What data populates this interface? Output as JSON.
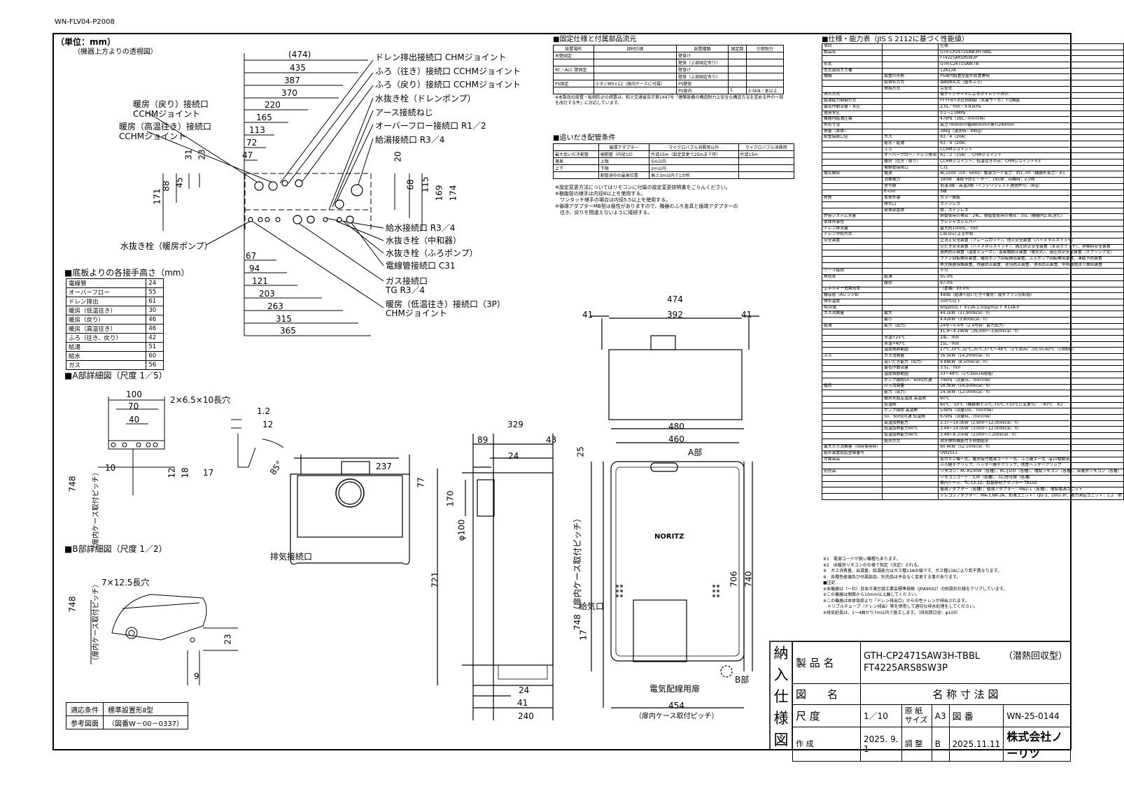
{
  "header": {
    "doc_code": "WN-FLV04-P2008",
    "unit": "（単位：mm）",
    "view_note": "（機器上方よりの透視図）"
  },
  "top_view": {
    "dims_h": [
      "(474)",
      "435",
      "387",
      "370",
      "220",
      "165",
      "113",
      "72",
      "47",
      "67",
      "94",
      "121",
      "203",
      "263",
      "315",
      "365"
    ],
    "dims_v": [
      "31",
      "23",
      "88",
      "45",
      "171",
      "20",
      "68",
      "115",
      "169",
      "174"
    ],
    "labels": [
      "ドレン排出接続口 CHMジョイント",
      "ふろ（往き）接続口 CCHMジョイント",
      "ふろ（戻り）接続口 CCHMジョイント",
      "水抜き栓（ドレンポンプ）",
      "アース接続ねじ",
      "オーバーフロー接続口 R1／2",
      "給湯接続口 R3／4",
      "暖房（戻り）接続口",
      "CCHMジョイント",
      "暖房（高温往き）接続口",
      "CCHMジョイント",
      "給水接続口 R3／4",
      "水抜き栓（中和器）",
      "水抜き栓（ふろポンプ）",
      "電線管接続口 C31",
      "ガス接続口",
      "TG R3／4",
      "暖房（低温往き）接続口（3P）",
      "CHMジョイント",
      "水抜き栓（暖房ポンプ）"
    ]
  },
  "heights": {
    "title": "■底板よりの各接手高さ（mm）",
    "rows": [
      [
        "電線管",
        "24"
      ],
      [
        "オーバーフロー",
        "55"
      ],
      [
        "ドレン排出",
        "61"
      ],
      [
        "暖房（低温往き）",
        "30"
      ],
      [
        "暖房（戻り）",
        "46"
      ],
      [
        "暖房（高温往き）",
        "46"
      ],
      [
        "ふろ（往き、戻り）",
        "42"
      ],
      [
        "給湯",
        "51"
      ],
      [
        "給水",
        "60"
      ],
      [
        "ガス",
        "56"
      ]
    ]
  },
  "detail_a": {
    "title": "■A部詳細図（尺度 1／5）",
    "dims": [
      "100",
      "70",
      "40",
      "10",
      "12",
      "18",
      "2×6.5×10長穴",
      "1.2",
      "12",
      "17",
      "85°",
      "748",
      "（扉内ケース取付ピッチ）"
    ]
  },
  "detail_b": {
    "title": "■B部詳細図（尺度 1／2）",
    "dims": [
      "7×12.5長穴",
      "748",
      "（扉内ケース取付ピッチ）",
      "23",
      "9"
    ]
  },
  "reference": {
    "rows": [
      [
        "適応条件",
        "標準設置形Ⅱ型"
      ],
      [
        "参考図面",
        "（図番W－00－0337）"
      ]
    ]
  },
  "fixing": {
    "title": "■固定仕様と付属部品流元",
    "headers": [
      "設置場所",
      "部材仕様",
      "設置種類",
      "固定数",
      "引張耐力"
    ],
    "rows": [
      [
        "木壁固定",
        "",
        "壁掛け",
        "",
        ""
      ],
      [
        "",
        "",
        "壁掛（上部固定有り）",
        "",
        ""
      ],
      [
        "RC・ALC 壁固定",
        "",
        "壁掛け",
        "",
        ""
      ],
      [
        "",
        "",
        "壁掛（上部固定有り）",
        "",
        ""
      ],
      [
        "PS固定",
        "小ネジM5×12（扉内ケースに付属）",
        "PS壁掛",
        "",
        ""
      ],
      [
        "",
        "",
        "PS扉内",
        "5",
        "0.5kN／本以上"
      ]
    ],
    "note": "※本製品の設置・転倒防止の措置は、昭士交通省告示第1447号「建築設備の構造耐力上安全な構造方法を定める件の一部を改訂する件」に対応しています。"
  },
  "piping": {
    "title": "■追いだき配管条件",
    "headers": [
      "",
      "循環アダプター",
      "マイクロバブル消費用以外",
      "マイクロバブル消費用"
    ],
    "rows": [
      [
        "最大追いだき配管",
        "樹脂管（内径10）",
        "片道15m（設定変更で25mまで可）",
        "片道15m"
      ],
      [
        "落差",
        "上限",
        "5m以内",
        ""
      ],
      [
        "上下",
        "下限",
        "2m以内",
        ""
      ],
      [
        "",
        "配管途中の最高位置",
        "高さ3m以内で1カ所",
        ""
      ]
    ],
    "notes": [
      "※設定変更方法についてはリモコンに付属の設定変更説明書をごらんください。",
      "※樹脂管の継手は内径8以上を使用する。",
      "　ワンタッチ継手の場合は内径5.5以上を使用する。",
      "※循環アダプターMB型は極性がありますので、機器のふろ金具と循環アダプターの",
      "　往き、戻りを間違えないように接続する。"
    ]
  },
  "side_view": {
    "dims": [
      "329",
      "89",
      "43",
      "237",
      "24",
      "77",
      "170",
      "φ100",
      "721",
      "24",
      "41",
      "240"
    ],
    "labels": [
      "排気接続口"
    ]
  },
  "top_small": {
    "dims": [
      "474",
      "41",
      "392",
      "41"
    ]
  },
  "front_view": {
    "dims": [
      "480",
      "460",
      "25",
      "706",
      "740",
      "17",
      "454",
      "（扉内ケース取付ピッチ）",
      "748（扉内ケース取付ピッチ）"
    ],
    "labels": [
      "A部",
      "給気口",
      "電気配線用扉",
      "B部",
      "NORITZ"
    ]
  },
  "spec": {
    "title": "■仕様・能力表（JIS S 2112に基づく性能値）",
    "rows": [
      [
        "項目",
        "",
        "仕様"
      ],
      [
        "製品名",
        "",
        "GTH-CP2471SAW3H-TBBL"
      ],
      [
        "",
        "",
        "FT4225ARS8SW3P"
      ],
      [
        "形式",
        "",
        "GTH-C2471SAW-TB"
      ],
      [
        "型式適用ガス種",
        "",
        "12A13A"
      ],
      [
        "種類",
        "設置の形態",
        "PS扉内設置型屋外設置兼用"
      ],
      [
        "",
        "給排気方式",
        "強制排気式（屋外ふろ）"
      ],
      [
        "",
        "燃焼方式",
        "完全式"
      ],
      [
        "点火方式",
        "",
        "電子イグナイタによるダイレクト点火"
      ],
      [
        "給湯能力制御方式",
        "",
        "FF+FB+水比例制御（水量サーボ）+Q機能"
      ],
      [
        "最低作動流量・水圧",
        "",
        "2.0L／min・9.81kPa"
      ],
      [
        "使用水圧",
        "",
        "0.1～1.0MPa"
      ],
      [
        "機器内給湯圧損",
        "",
        "47kPa（16L／minの時）"
      ],
      [
        "外形寸法",
        "",
        "高さ740mm×幅480mm×奥行240mm"
      ],
      [
        "質量（本体）",
        "",
        "38kg（満水時：44kg）"
      ],
      [
        "配管接続口径",
        "ガス",
        "R3／4（20A）"
      ],
      [
        "",
        "給水・給湯",
        "R3／4（20A）"
      ],
      [
        "",
        "ふろ",
        "CCHMジョイント"
      ],
      [
        "",
        "オーバーフロー／ドレン排出",
        "R1／2（15A）／CHMジョイント"
      ],
      [
        "",
        "暖房（往き・戻り）",
        "CCHMジョイント、低温往きのみ：CHMジョイント×3"
      ],
      [
        "",
        "電線管接続口",
        "C31"
      ],
      [
        "電気関係",
        "電源",
        "AC100V（50／60Hz）電源コード長さ：約1.7m（機器外長さ）※1"
      ],
      [
        "",
        "消費電力",
        "180W　凍結予防ヒーター：185W　待機時：2.0W"
      ],
      [
        "",
        "信号線",
        "低温3線／高温2線（インテリジェント通信許可：0kg）"
      ],
      [
        "",
        "E-con",
        "3線"
      ],
      [
        "材質",
        "本体外装",
        "カラー鋼板"
      ],
      [
        "",
        "排気口",
        "ステンレス"
      ],
      [
        "",
        "扉体部筐体",
        "鉄、ステンレス"
      ],
      [
        "許容システム水量",
        "",
        "銅管使用の場合：24L、樹脂管使用の場合：35L（機器内2.8L含む）"
      ],
      [
        "本体外装色",
        "",
        "プレシャスシルバー"
      ],
      [
        "ドレン排水量",
        "",
        "最大約100mL／min"
      ],
      [
        "ドレン中和方式",
        "",
        "CaCO₃による中和"
      ],
      [
        "安全装置",
        "",
        "立消え安全装置（フレームロッド）、残火安全装置（バイメタルスイッチ）"
      ],
      [
        "",
        "",
        "空だき安全装置（バイメタルスイッチ）、過圧防止安全装置（水流スイッチ）、停電時安全装置"
      ],
      [
        "",
        "",
        "過熱防止装置（温度ヒューズ）、温風電動止装置（電気式）、過圧防止安全装置（スプリング式）"
      ],
      [
        "",
        "",
        "ファン回転検出装置、暖房ポンプ回転検出装置、ふろポンプ回転検出装置、凍結予防装置"
      ],
      [
        "",
        "",
        "熱交換器保護装置、残量防止装置、逆流防止装置、浸水防止装置、中和器詰まり検出装置"
      ],
      [
        "ソーラ接続",
        "",
        "不可"
      ],
      [
        "熱効率",
        "給湯",
        "95.0%"
      ],
      [
        "",
        "暖房",
        "87.0%"
      ],
      [
        "エネルギー消費効率",
        "",
        "（定格）93.0%"
      ],
      [
        "騒音値（AレンジB）",
        "",
        "49dB（給湯+追いだき+暖房：屋外ファン比較値）"
      ],
      [
        "排気温度",
        "",
        "100℃以下"
      ],
      [
        "NOx値",
        "",
        "60ppm以下 ※13A-1,50ppm以下 ※13A-0"
      ],
      [
        "ガス消費量",
        "最大",
        "44.1kW（37,900kcal／h）"
      ],
      [
        "",
        "最小",
        "4.42kW（3,800kcal／h）"
      ],
      [
        "給湯",
        "能力（出力）",
        "24号～0.4号（2.4号時：能力出力）"
      ],
      [
        "",
        "",
        "41.9～4.19kW（36,000～3,600kcal／h）"
      ],
      [
        "",
        "水温+25℃",
        "24L／min"
      ],
      [
        "",
        "水温+40℃",
        "15L／min"
      ],
      [
        "",
        "温度調節範囲",
        "27℃,30℃,32℃,35℃,37℃～48℃（1℃刻み）,50,55,60℃（19段階）"
      ],
      [
        "ふろ",
        "ガス消費量",
        "16.5kW（14,200kcal／h）"
      ],
      [
        "",
        "追いだき能力（出力）",
        "9.88kW（8,500kcal／h）"
      ],
      [
        "",
        "最低作動流量",
        "3.5L／min"
      ],
      [
        "",
        "温度調節範囲",
        "33～48℃（1℃刻み16段階）"
      ],
      [
        "",
        "ポンプ揚程50／60Hz共通",
        "74kPa（流量5L／minの時）"
      ],
      [
        "暖房",
        "ガス消費量",
        "16.5kW（14,200kcal／h）"
      ],
      [
        "",
        "能力（出力）",
        "14.0kW（12,000kcal／h）"
      ],
      [
        "",
        "暖房水設定温度 高温側",
        "80℃"
      ],
      [
        "",
        "低温側",
        "60℃／50℃（機器側で-5℃,+5℃,+10℃に変更可）／40℃　※2"
      ],
      [
        "",
        "ポンプ揚程 高温側",
        "53kPa（流量10L／minの時）"
      ],
      [
        "",
        "50／60Hz共通 低温側",
        "67kPa（流量6L／minの時）"
      ],
      [
        "",
        "高温加熱能力",
        "3.37～14.0kW（2,900～12,000kcal／h）"
      ],
      [
        "",
        "低温加熱能力60℃",
        "3.49～14.0kW（3,000～12,000kcal／h）"
      ],
      [
        "",
        "低温加熱能力40℃",
        "3.49～8.37kW（3,000～7,200kcal／h）"
      ],
      [
        "",
        "給水方式",
        "満水検知機能付き自動給水"
      ],
      [
        "最大ガス消費量（同時使用時）",
        "",
        "60.6kW（52,100kcal／h）"
      ],
      [
        "給水装置認証登録番号",
        "",
        "OW2011"
      ],
      [
        "付属部品",
        "",
        "取付ネジ類一式、暖房旋付電源コード一式、ふろ継手一式（φ10電動用）"
      ],
      [
        "",
        "",
        "ふろ継手クリップ、ヘッダー継手クリップ、残置ヘッダークリップ"
      ],
      [
        "別売品",
        "",
        "リモコン：RC-K100W（各種）、RC-J100（各種）、増設リモコン（各種）、床暖房リモコン（各種）"
      ],
      [
        "",
        "",
        "リモコンコード：S,M（各種）、3心信号線（各種）"
      ],
      [
        "",
        "",
        "扉内ケース：TC-13,12、取替部材アダプター TB102"
      ],
      [
        "",
        "",
        "循環アダプター（各種）、循環アダプター：MB2-1（各種）、増設電源ユニット"
      ],
      [
        "",
        "",
        "テレコンアダプター：MA-3,NR-3A、即湯ユニット：QU-3、DVU-3F、電力測定ユニット：1,2　他"
      ]
    ],
    "notes": [
      "※1　電源コードが扱い機種もあります。",
      "※2　床暖房リモコンの仕様で指定（決定）される。",
      "※　ガス消費量、出湯量、給湯能力はガス種13Aの値です。ガス種13Aにより若干異なります。",
      "※　各種性能値及び付属部品、別売品は予告なく変更する事があります。",
      "■注記",
      "※本機器は（一社）日本冷凍空調工業会標準規格（JRA9002）の耐震形仕様をクリアしています。",
      "※この機器は側面から10mm以上離してください。",
      "※この機器は本体背部より「ドレン排出口」から中性ドレンが排出されます。",
      "　トリプルチューブ（ドレン排出）等を使用して適切な排水処理をしてください。",
      "※排気延長は、1～4曲がり7m以内で施工します。（排気筒口径：φ100）"
    ]
  },
  "title_block": {
    "side_chars": [
      "納",
      "入",
      "仕",
      "様",
      "図"
    ],
    "product_label": "製 品 名",
    "product_1": "GTH-CP2471SAW3H-TBBL",
    "product_note": "（潜熱回収型）",
    "product_2": "FT4225ARS8SW3P",
    "drawing_label": "図　　名",
    "drawing_name": "名 称 寸 法 図",
    "scale_label": "尺 度",
    "scale": "1／10",
    "paper_label": "原 紙 サイズ",
    "paper": "A3",
    "no_label": "図 番",
    "no": "WN-25-0144",
    "made_label": "作 成",
    "made": "2025. 9. 1",
    "check_label": "調 整",
    "rev": "B",
    "check": "2025.11.11",
    "company": "株式会社ノーリツ"
  }
}
